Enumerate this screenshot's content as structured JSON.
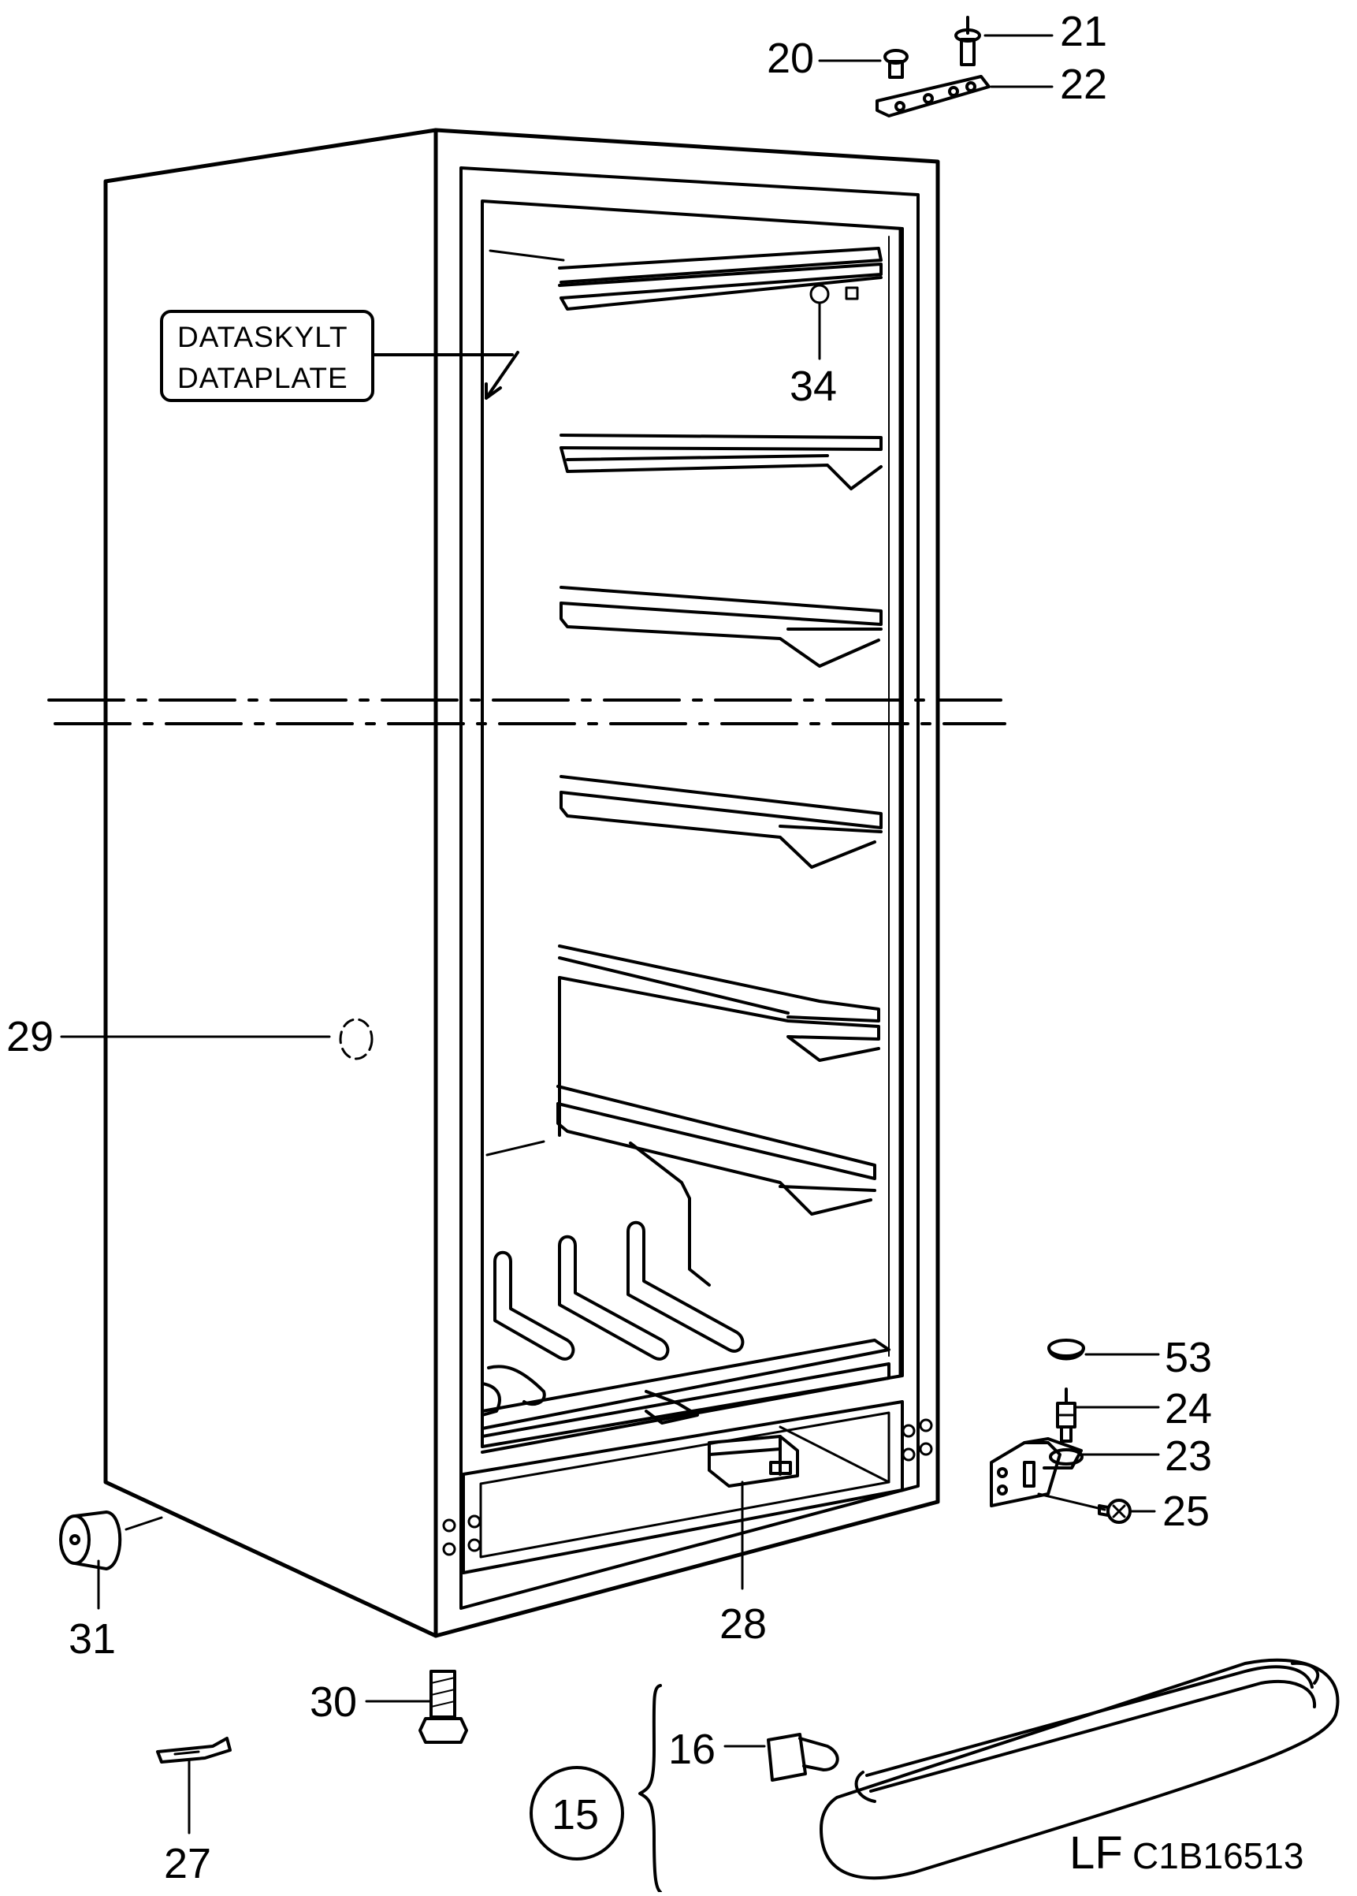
{
  "dataplate": {
    "line1": "DATASKYLT",
    "line2": "DATAPLATE"
  },
  "callouts": {
    "p15": "15",
    "p16": "16",
    "p20": "20",
    "p21": "21",
    "p22": "22",
    "p23": "23",
    "p24": "24",
    "p25": "25",
    "p27": "27",
    "p28": "28",
    "p29": "29",
    "p30": "30",
    "p31": "31",
    "p34": "34",
    "p53": "53"
  },
  "footer": {
    "lf": "LF",
    "code": "C1B16513"
  }
}
